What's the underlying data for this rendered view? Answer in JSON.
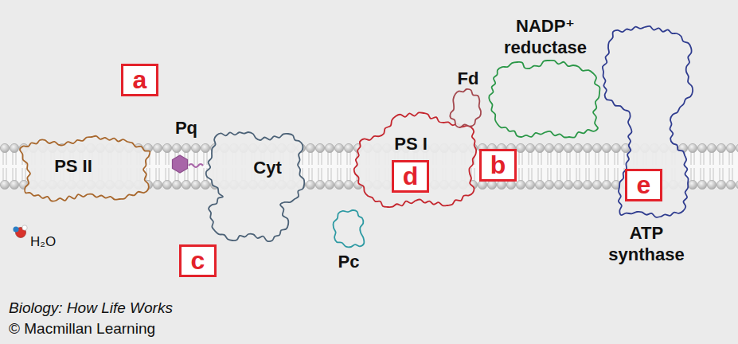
{
  "diagram": {
    "nodes": [
      {
        "text": [
          "PS II"
        ]
      },
      {
        "text": [
          "Pq"
        ]
      },
      {
        "text": [
          "Cyt"
        ]
      },
      {
        "text": [
          "Pc"
        ]
      },
      {
        "text": [
          "PS I"
        ]
      },
      {
        "text": [
          "Fd"
        ]
      },
      {
        "text": [
          "NADP⁺ reductase"
        ]
      },
      {
        "text": [
          "ATP synthase"
        ]
      }
    ],
    "labels": [
      "a",
      "b",
      "c",
      "d",
      "e",
      "H₂O",
      "Biology: How Life Works",
      "© Macmillan Learning"
    ]
  }
}
